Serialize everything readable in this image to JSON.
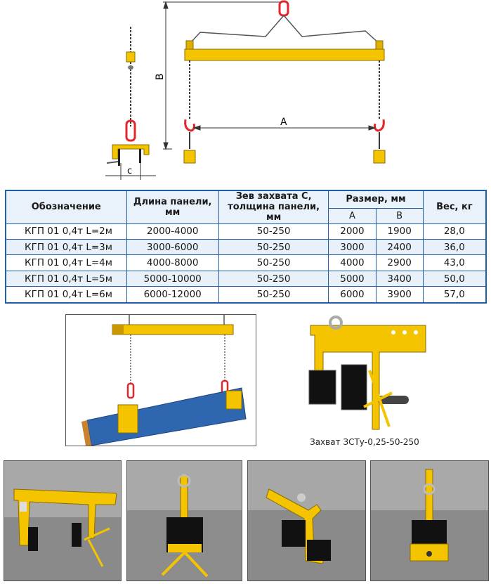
{
  "diagram": {
    "labels": {
      "b": "B",
      "a": "A",
      "c": "c"
    }
  },
  "table": {
    "headers": {
      "designation": "Обозначение",
      "length": "Длина панели, мм",
      "jaw": "Зев захвата С, толщина панели, мм",
      "size": "Размер, мм",
      "size_a": "A",
      "size_b": "B",
      "weight": "Вес, кг"
    },
    "rows": [
      {
        "designation": "КГП 01 0,4т L=2м",
        "length": "2000-4000",
        "jaw": "50-250",
        "a": "2000",
        "b": "1900",
        "weight": "28,0"
      },
      {
        "designation": "КГП 01 0,4т L=3м",
        "length": "3000-6000",
        "jaw": "50-250",
        "a": "3000",
        "b": "2400",
        "weight": "36,0"
      },
      {
        "designation": "КГП 01 0,4т L=4м",
        "length": "4000-8000",
        "jaw": "50-250",
        "a": "4000",
        "b": "2900",
        "weight": "43,0"
      },
      {
        "designation": "КГП 01 0,4т L=5м",
        "length": "5000-10000",
        "jaw": "50-250",
        "a": "5000",
        "b": "3400",
        "weight": "50,0"
      },
      {
        "designation": "КГП 01 0,4т L=6м",
        "length": "6000-12000",
        "jaw": "50-250",
        "a": "6000",
        "b": "3900",
        "weight": "57,0"
      }
    ]
  },
  "photos": {
    "clamp_caption": "Захват ЗСТу-0,25-50-250"
  },
  "colors": {
    "yellow": "#f5c400",
    "chain": "#3a3a3a",
    "hook_red": "#e3262b",
    "table_border": "#1f5fa8",
    "table_shade": "#e8f1fa",
    "panel_blue": "#2f66b0"
  }
}
